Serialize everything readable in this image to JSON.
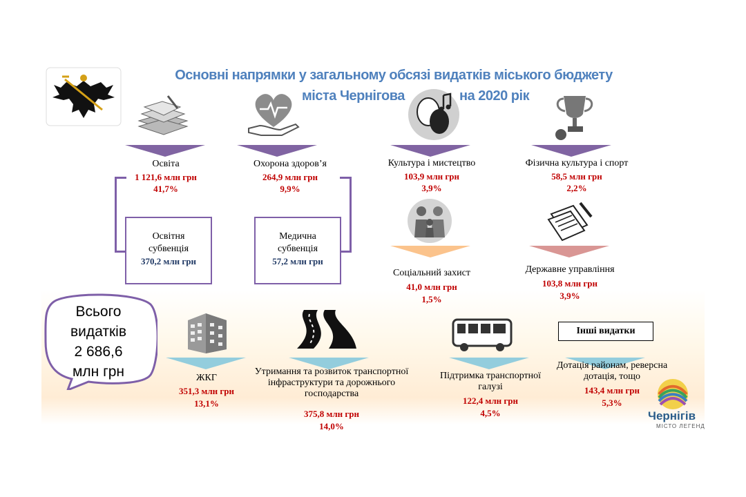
{
  "title_line1": "Основні напрямки у загальному обсязі видатків міського бюджету",
  "title_line2a": "міста Чернігова",
  "title_line2b": "на 2020 рік",
  "items": [
    {
      "label": "Освіта",
      "amount": "1 121,6 млн грн",
      "pct": "41,7%"
    },
    {
      "label": "Охорона здоров’я",
      "amount": "264,9 млн грн",
      "pct": "9,9%"
    },
    {
      "label": "Культура і мистецтво",
      "amount": "103,9 млн грн",
      "pct": "3,9%"
    },
    {
      "label": "Фізична культура  і  спорт",
      "amount": "58,5 млн грн",
      "pct": "2,2%"
    },
    {
      "label": "Соціальний захист",
      "amount": "41,0 млн грн",
      "pct": "1,5%"
    },
    {
      "label": "Державне управління",
      "amount": "103,8 млн грн",
      "pct": "3,9%"
    },
    {
      "label": "ЖКГ",
      "amount": "351,3 млн грн",
      "pct": "13,1%"
    },
    {
      "label": "Утримання та розвиток транспортної інфраструктури   та дорожнього господарства",
      "amount": "375,8 млн грн",
      "pct": "14,0%"
    },
    {
      "label": "Підтримка  транспортної галузі",
      "amount": "122,4 млн грн",
      "pct": "4,5%"
    },
    {
      "label": "Дотація районам, реверсна дотація, тощо",
      "amount": "143,4 млн грн",
      "pct": "5,3%"
    }
  ],
  "subventions": [
    {
      "label_line1": "Освітня",
      "label_line2": "субвенція",
      "amount": "370,2 млн грн"
    },
    {
      "label_line1": "Медична",
      "label_line2": "субвенція",
      "amount": "57,2 млн грн"
    }
  ],
  "total": {
    "line1": "Всього",
    "line2": "видатків",
    "line3": "2 686,6",
    "line4": "млн грн"
  },
  "other_title": "Інші видатки",
  "brand": {
    "name": "Чернігів",
    "tagline": "МІСТО ЛЕГЕНД"
  },
  "colors": {
    "title": "#4f81bd",
    "value": "#c00000",
    "purple": "#8064a2",
    "pink": "#d99694",
    "orange": "#fbc38c",
    "teal": "#93cddd",
    "subvention_value": "#1f3864"
  }
}
